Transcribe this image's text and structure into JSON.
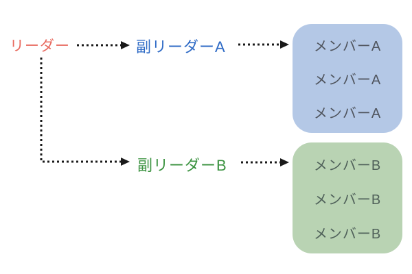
{
  "diagram": {
    "background": "#ffffff",
    "arrow_color": "#1a1a1a",
    "nodes": {
      "leader": {
        "label": "リーダー",
        "color": "#e8695e"
      },
      "sub_leader_a": {
        "label": "副リーダーA",
        "color": "#2f6bc6"
      },
      "sub_leader_b": {
        "label": "副リーダーB",
        "color": "#3c9341"
      }
    },
    "groups": {
      "team_a": {
        "bg_color": "#b4c8e6",
        "text_color": "#50555e",
        "members": [
          "メンバーA",
          "メンバーA",
          "メンバーA"
        ]
      },
      "team_b": {
        "bg_color": "#b9d3b3",
        "text_color": "#50615a",
        "members": [
          "メンバーB",
          "メンバーB",
          "メンバーB"
        ]
      }
    },
    "edges": [
      {
        "from": "leader",
        "to": "sub_leader_a",
        "style": "dotted-arrow-horizontal"
      },
      {
        "from": "sub_leader_a",
        "to": "team_a",
        "style": "dotted-arrow-horizontal"
      },
      {
        "from": "leader",
        "to": "sub_leader_b",
        "style": "dotted-arrow-elbow"
      },
      {
        "from": "sub_leader_b",
        "to": "team_b",
        "style": "dotted-arrow-horizontal"
      }
    ]
  }
}
